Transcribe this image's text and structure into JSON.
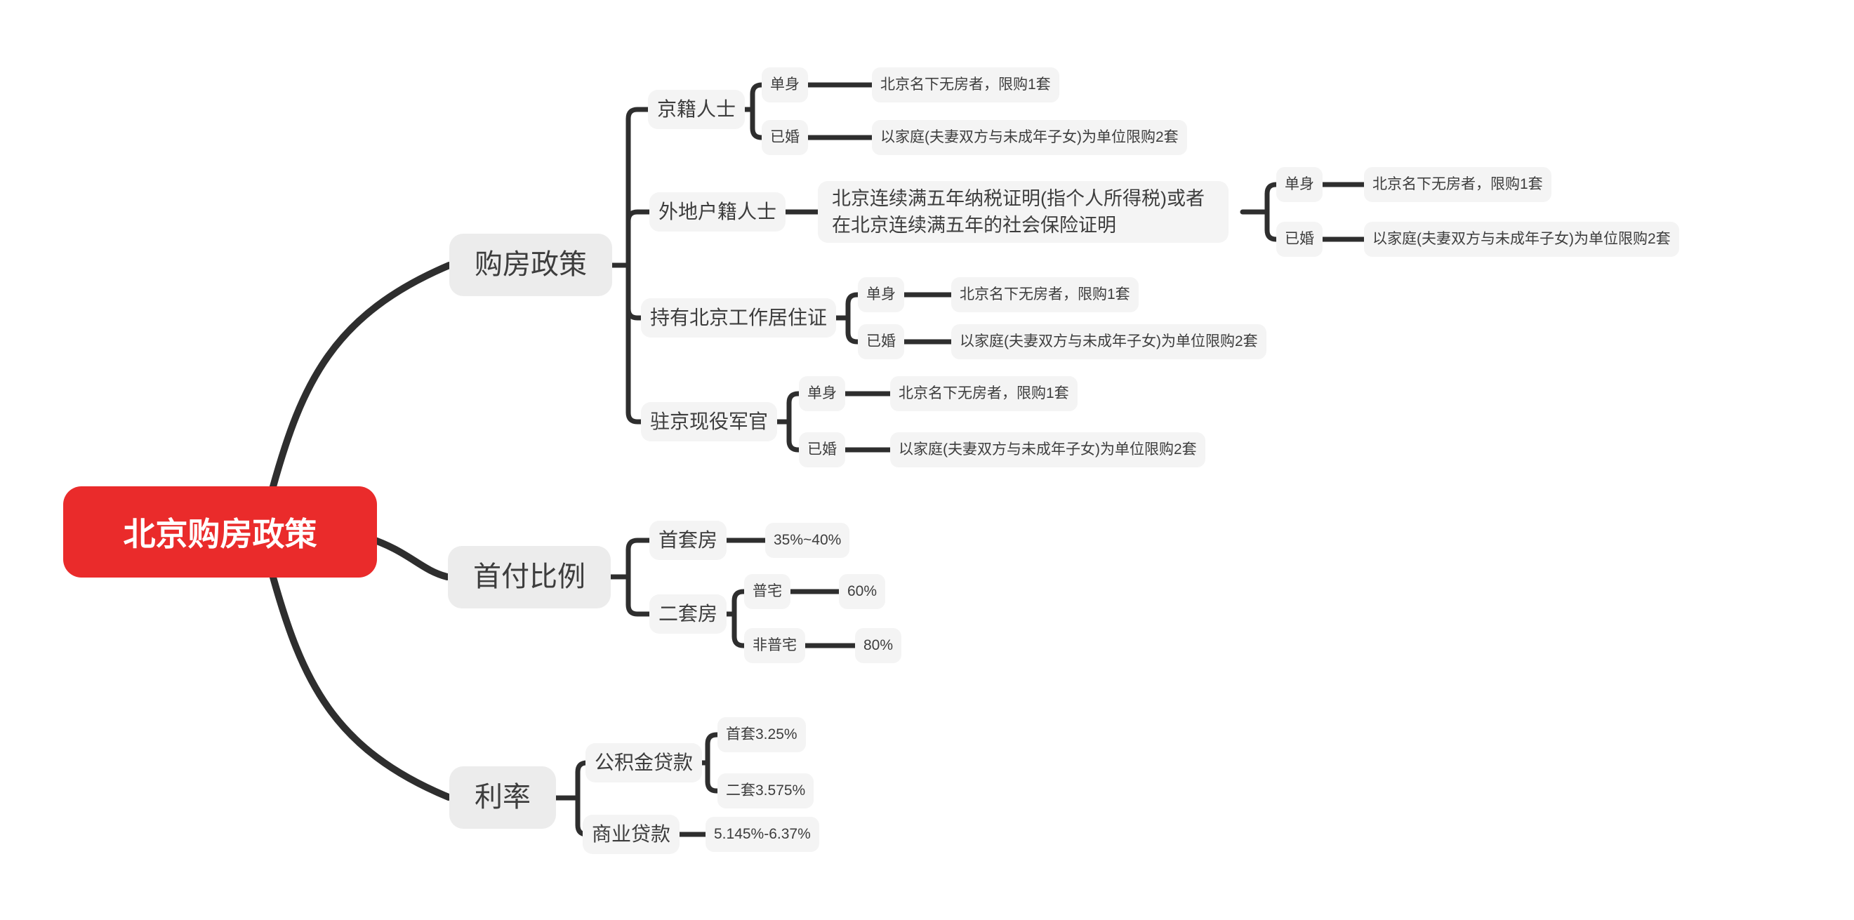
{
  "colors": {
    "root_bg": "#ea2b2b",
    "root_text": "#ffffff",
    "branch_bg": "#ececec",
    "topic_bg": "#f4f4f4",
    "topic_text": "#3d3d3d",
    "connector": "#2e2e2e",
    "canvas_bg": "#ffffff"
  },
  "tree": {
    "label": "北京购房政策",
    "children": [
      {
        "label": "购房政策",
        "children": [
          {
            "label": "京籍人士",
            "children": [
              {
                "label": "单身",
                "children": [
                  {
                    "label": "北京名下无房者，限购1套"
                  }
                ]
              },
              {
                "label": "已婚",
                "children": [
                  {
                    "label": "以家庭(夫妻双方与未成年子女)为单位限购2套"
                  }
                ]
              }
            ]
          },
          {
            "label": "外地户籍人士",
            "children": [
              {
                "label": "北京连续满五年纳税证明(指个人所得税)或者在北京连续满五年的社会保险证明",
                "children": [
                  {
                    "label": "单身",
                    "children": [
                      {
                        "label": "北京名下无房者，限购1套"
                      }
                    ]
                  },
                  {
                    "label": "已婚",
                    "children": [
                      {
                        "label": "以家庭(夫妻双方与未成年子女)为单位限购2套"
                      }
                    ]
                  }
                ]
              }
            ]
          },
          {
            "label": "持有北京工作居住证",
            "children": [
              {
                "label": "单身",
                "children": [
                  {
                    "label": "北京名下无房者，限购1套"
                  }
                ]
              },
              {
                "label": "已婚",
                "children": [
                  {
                    "label": "以家庭(夫妻双方与未成年子女)为单位限购2套"
                  }
                ]
              }
            ]
          },
          {
            "label": "驻京现役军官",
            "children": [
              {
                "label": "单身",
                "children": [
                  {
                    "label": "北京名下无房者，限购1套"
                  }
                ]
              },
              {
                "label": "已婚",
                "children": [
                  {
                    "label": "以家庭(夫妻双方与未成年子女)为单位限购2套"
                  }
                ]
              }
            ]
          }
        ]
      },
      {
        "label": "首付比例",
        "children": [
          {
            "label": "首套房",
            "children": [
              {
                "label": "35%~40%"
              }
            ]
          },
          {
            "label": "二套房",
            "children": [
              {
                "label": "普宅",
                "children": [
                  {
                    "label": "60%"
                  }
                ]
              },
              {
                "label": "非普宅",
                "children": [
                  {
                    "label": "80%"
                  }
                ]
              }
            ]
          }
        ]
      },
      {
        "label": "利率",
        "children": [
          {
            "label": "公积金贷款",
            "children": [
              {
                "label": "首套3.25%"
              },
              {
                "label": "二套3.575%"
              }
            ]
          },
          {
            "label": "商业贷款",
            "children": [
              {
                "label": "5.145%-6.37%"
              }
            ]
          }
        ]
      }
    ]
  }
}
